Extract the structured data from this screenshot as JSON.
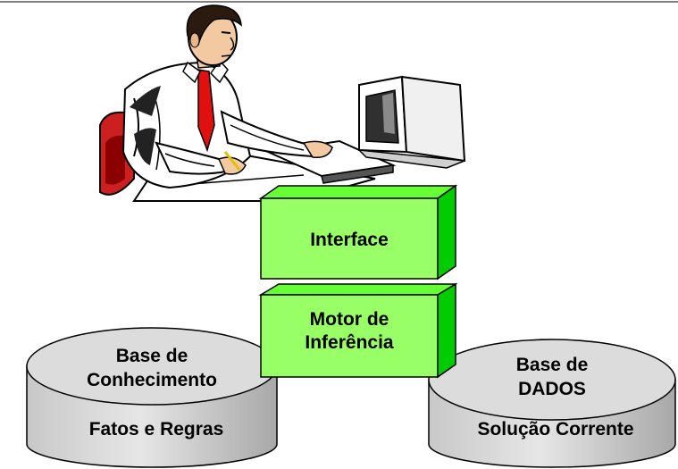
{
  "blocks": {
    "interface": {
      "label": "Interface"
    },
    "motor": {
      "line1": "Motor de",
      "line2": "Inferência"
    }
  },
  "cylinders": {
    "knowledge": {
      "title_line1": "Base de",
      "title_line2": "Conhecimento",
      "subtitle": "Fatos e Regras"
    },
    "data": {
      "title_line1": "Base de",
      "title_line2": "DADOS",
      "subtitle": "Solução Corrente"
    }
  },
  "illustration": {
    "icon": "man-at-computer-clipart"
  },
  "colors": {
    "block_front": "#99ff66",
    "block_top": "#66ff33",
    "block_side": "#00cc00",
    "cylinder_fill": "#dcdcdc",
    "cylinder_shadow": "#a0a0a0",
    "top_rule": "#7f7f7f"
  }
}
